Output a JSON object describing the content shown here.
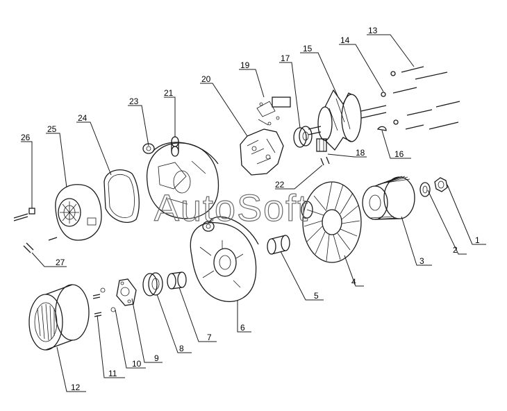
{
  "watermark": "AutoSoft",
  "callouts": [
    {
      "id": "c1",
      "label": "1"
    },
    {
      "id": "c2",
      "label": "2"
    },
    {
      "id": "c3",
      "label": "3"
    },
    {
      "id": "c4",
      "label": "4"
    },
    {
      "id": "c5",
      "label": "5"
    },
    {
      "id": "c6",
      "label": "6"
    },
    {
      "id": "c7",
      "label": "7"
    },
    {
      "id": "c8",
      "label": "8"
    },
    {
      "id": "c9",
      "label": "9"
    },
    {
      "id": "c10",
      "label": "10"
    },
    {
      "id": "c11",
      "label": "11"
    },
    {
      "id": "c12",
      "label": "12"
    },
    {
      "id": "c13",
      "label": "13"
    },
    {
      "id": "c14",
      "label": "14"
    },
    {
      "id": "c15",
      "label": "15"
    },
    {
      "id": "c16",
      "label": "16"
    },
    {
      "id": "c17",
      "label": "17"
    },
    {
      "id": "c18",
      "label": "18"
    },
    {
      "id": "c19",
      "label": "19"
    },
    {
      "id": "c20",
      "label": "20"
    },
    {
      "id": "c21",
      "label": "21"
    },
    {
      "id": "c22",
      "label": "22"
    },
    {
      "id": "c23",
      "label": "23"
    },
    {
      "id": "c24",
      "label": "24"
    },
    {
      "id": "c25",
      "label": "25"
    },
    {
      "id": "c26",
      "label": "26"
    },
    {
      "id": "c27",
      "label": "27"
    }
  ]
}
